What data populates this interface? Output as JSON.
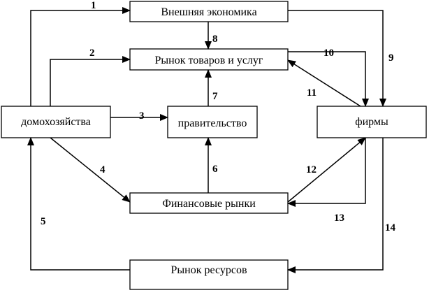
{
  "nodes": {
    "external_economy": "Внешняя экономика",
    "goods_market": "Рынок товаров и услуг",
    "households": "домохозяйства",
    "government": "правительство",
    "firms": "фирмы",
    "financial_markets": "Финансовые рынки",
    "resource_market": "Рынок ресурсов"
  },
  "flows": {
    "f1": "1",
    "f2": "2",
    "f3": "3",
    "f4": "4",
    "f5": "5",
    "f6": "6",
    "f7": "7",
    "f8": "8",
    "f9": "9",
    "f10": "10",
    "f11": "11",
    "f12": "12",
    "f13": "13",
    "f14": "14"
  }
}
